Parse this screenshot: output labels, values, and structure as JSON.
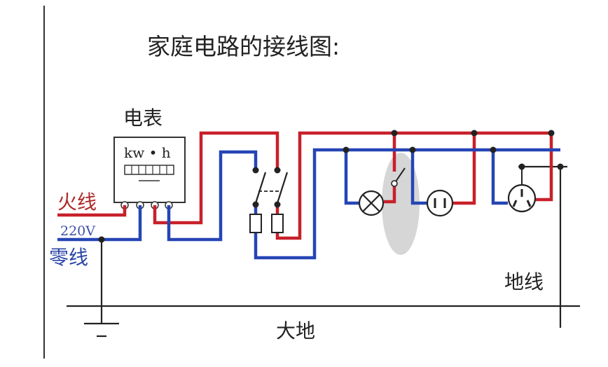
{
  "title": "家庭电路的接线图:",
  "meter": {
    "label": "电表",
    "unit": "kw • h"
  },
  "labels": {
    "live_wire": "火线",
    "voltage": "220V",
    "neutral_wire": "零线",
    "ground_wire": "地线",
    "earth": "大地"
  },
  "colors": {
    "live": "#c8202a",
    "neutral": "#2545b5",
    "ground": "#222222",
    "live_text": "#b02a2a",
    "neutral_text": "#2a45a8"
  }
}
